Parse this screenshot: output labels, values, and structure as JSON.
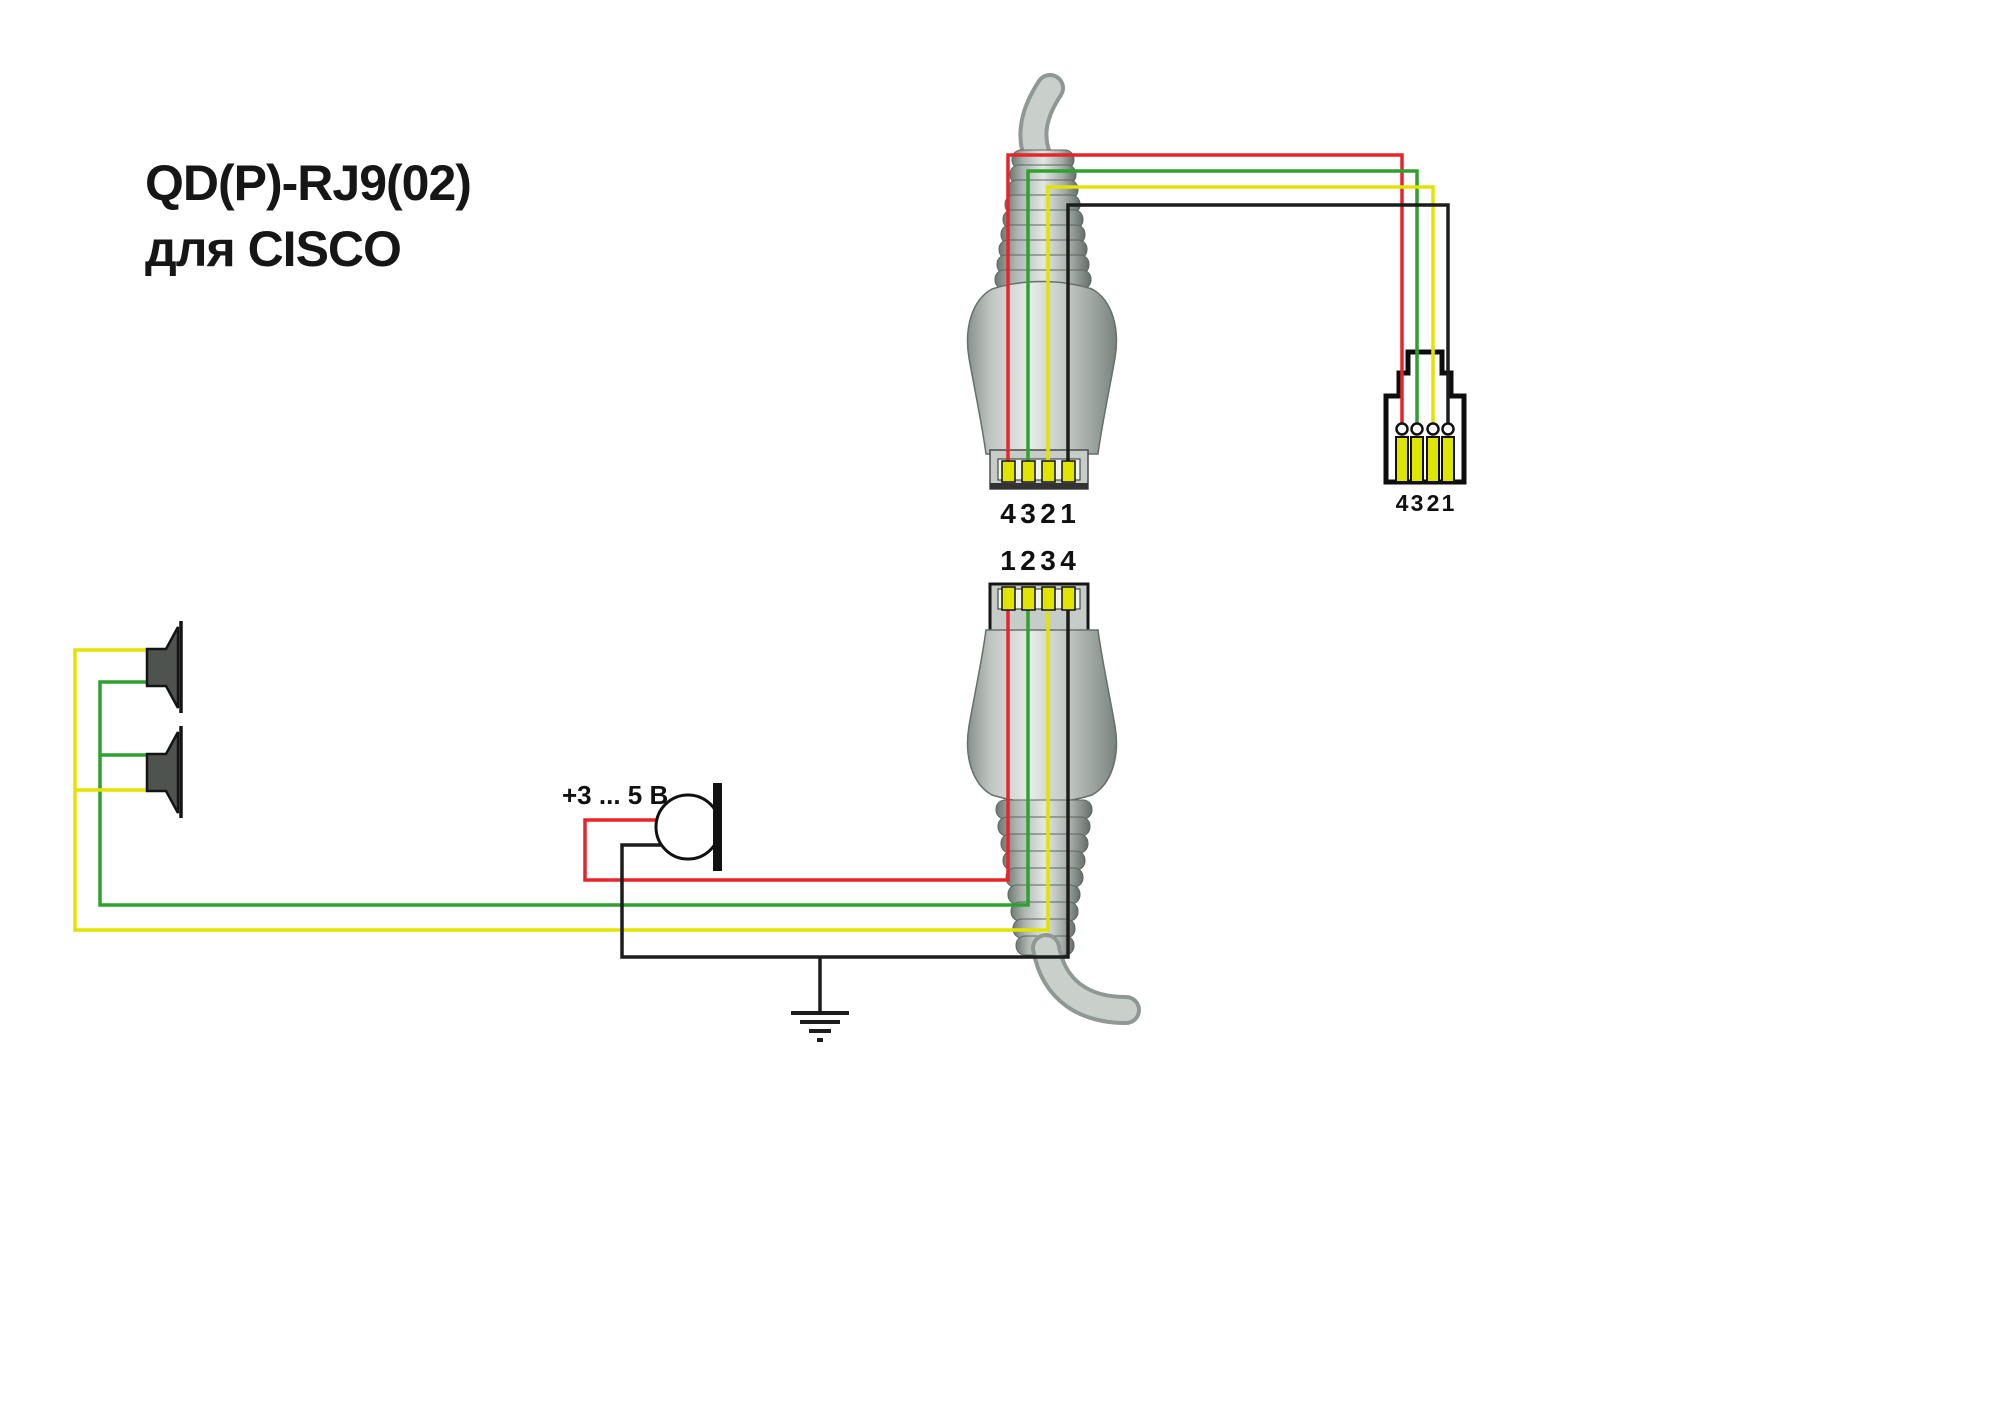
{
  "title": {
    "line1": "QD(P)-RJ9(02)",
    "line2": "для CISCO"
  },
  "labels": {
    "mic_voltage": "+3 ... 5 В",
    "qd_top_pins": [
      "4",
      "3",
      "2",
      "1"
    ],
    "qd_bottom_pins": [
      "1",
      "2",
      "3",
      "4"
    ],
    "rj9_pins": [
      "4",
      "3",
      "2",
      "1"
    ]
  },
  "icons": {
    "qd_top": "quick-disconnect-plug-icon",
    "qd_bottom": "quick-disconnect-plug-icon",
    "rj9": "rj9-modular-connector-icon",
    "speaker": "speaker-icon",
    "microphone": "microphone-icon",
    "ground": "ground-icon"
  },
  "colors": {
    "wire_red": "#e8242b",
    "wire_green": "#2fa12f",
    "wire_yellow": "#e3e300",
    "wire_black": "#1c1c1c",
    "pin_yellow": "#e0e400"
  }
}
